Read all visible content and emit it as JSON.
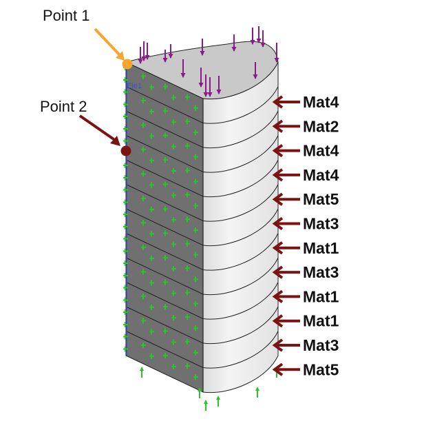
{
  "points": [
    {
      "label": "Point 1",
      "color": "#f4a630"
    },
    {
      "label": "Point 2",
      "color": "#7a1414"
    }
  ],
  "axis_tag": "Eje1",
  "layers": [
    "Mat4",
    "Mat2",
    "Mat4",
    "Mat4",
    "Mat5",
    "Mat3",
    "Mat1",
    "Mat3",
    "Mat1",
    "Mat1",
    "Mat3",
    "Mat5"
  ],
  "colors": {
    "flat_face": "#707070",
    "curved_face": "#ececec",
    "top_face": "#c9c9c9",
    "layer_arrow": "#7a1414",
    "load_arrow": "#8a1a8a",
    "support_arrow": "#28c428",
    "edge": "#222222"
  }
}
